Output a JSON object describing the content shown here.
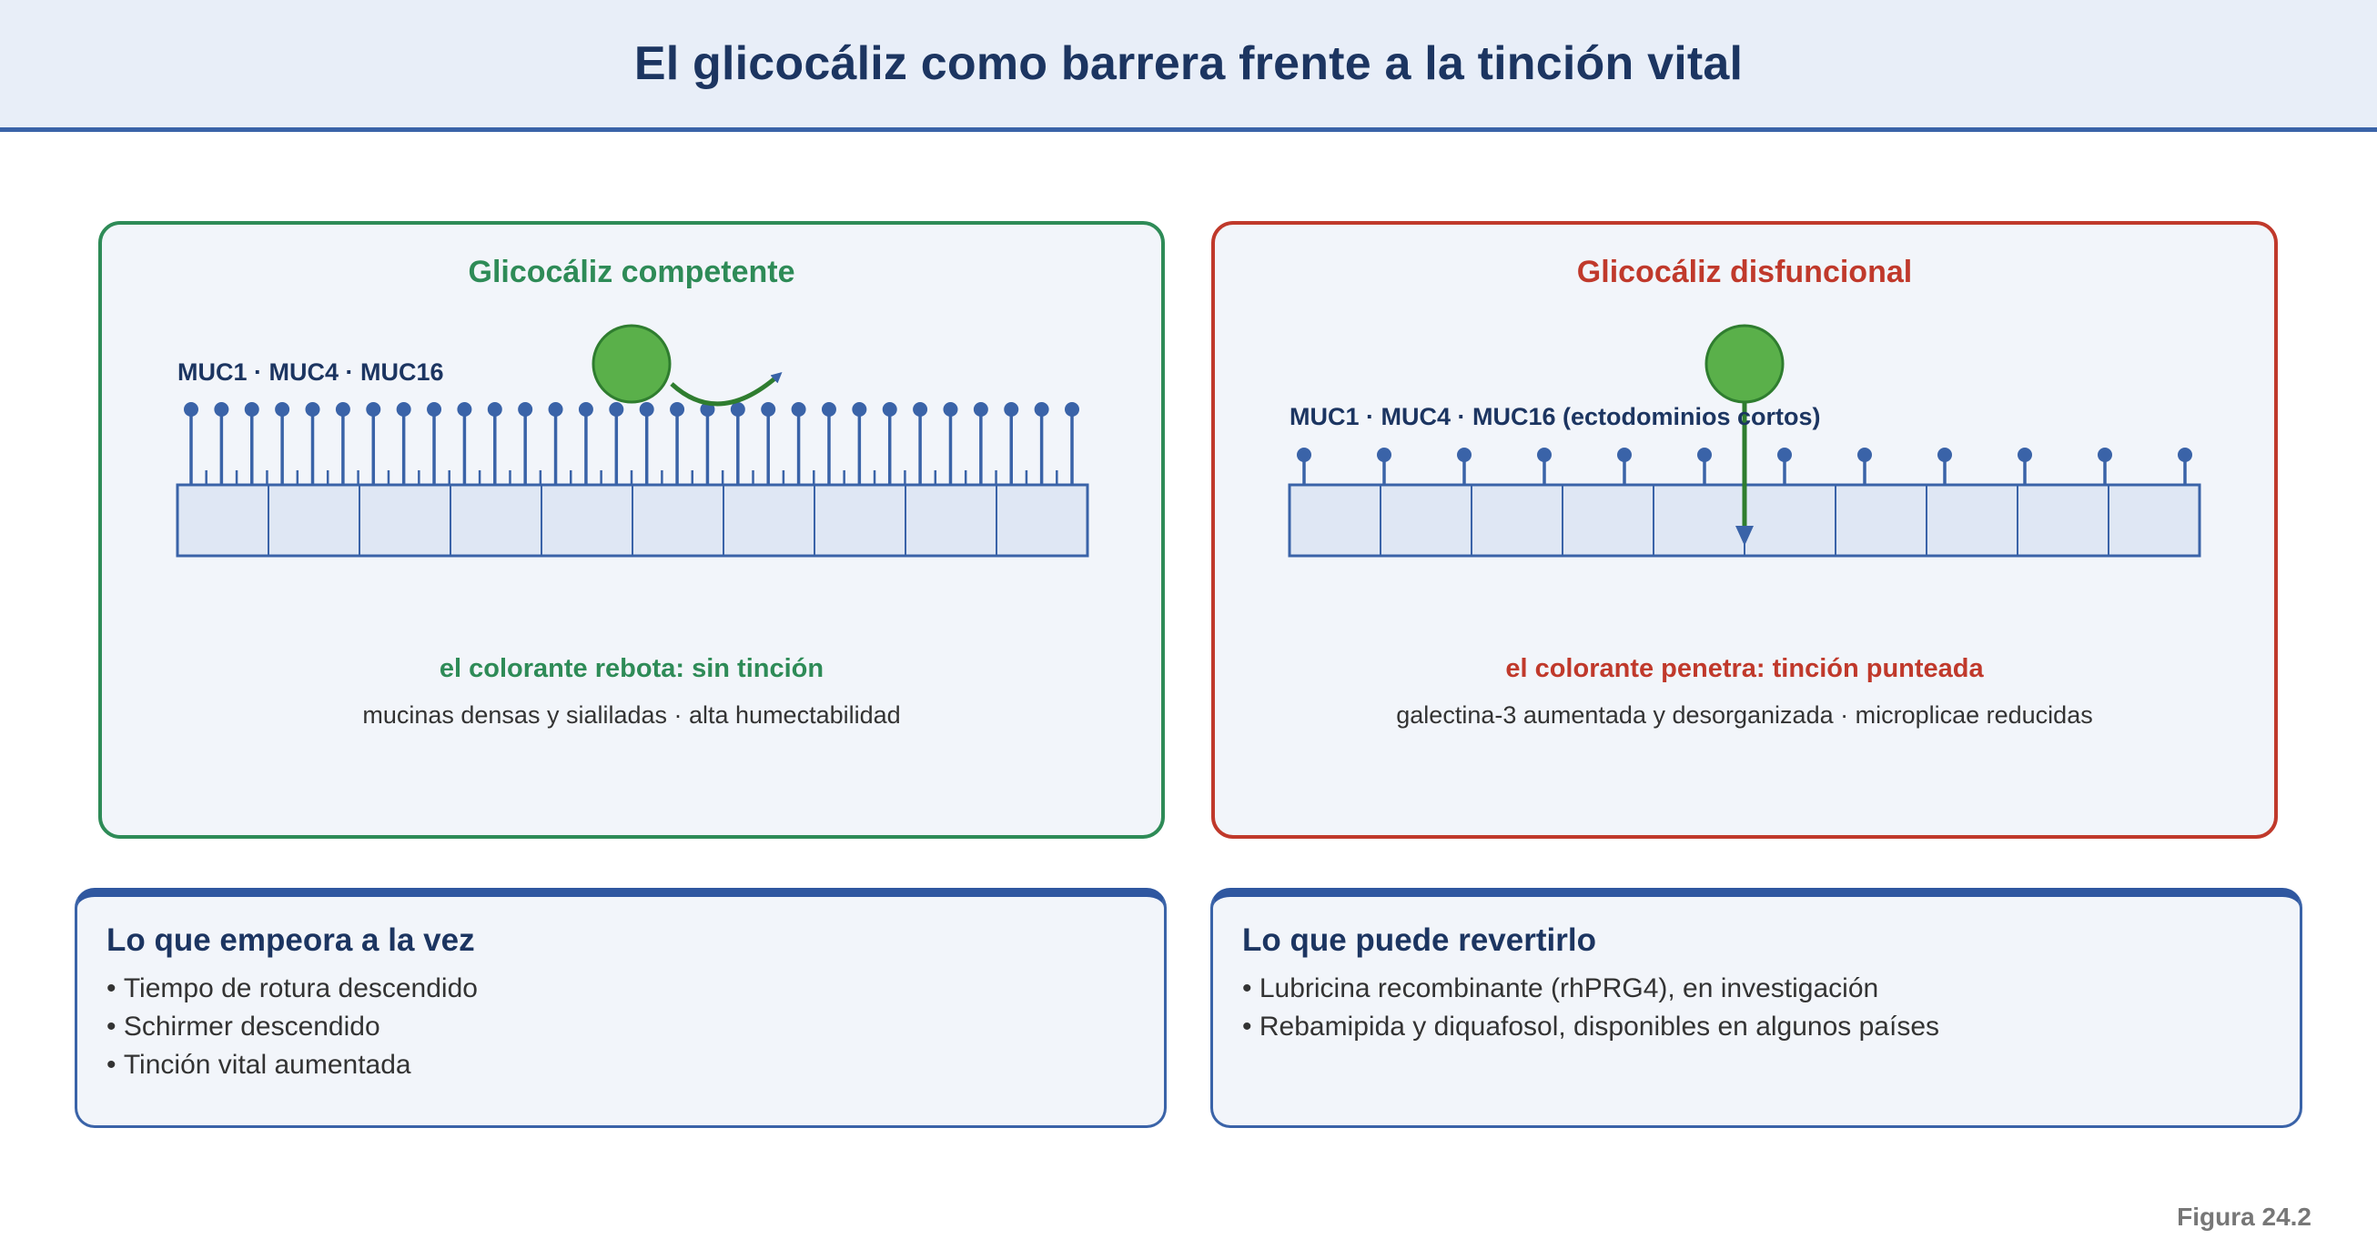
{
  "title": "El glicocáliz como barrera frente a la tinción vital",
  "panels": {
    "left": {
      "title": "Glicocáliz competente",
      "mucin_label": "MUC1 · MUC4 · MUC16",
      "result": "el colorante rebota: sin tinción",
      "detail": "mucinas densas y sialiladas · alta humectabilidad",
      "mucin_count": 30,
      "cell_count": 10,
      "dye_outcome": "rebota"
    },
    "right": {
      "title": "Glicocáliz disfuncional",
      "mucin_label": "MUC1 · MUC4 · MUC16 (ectodominios cortos)",
      "result": "el colorante penetra: tinción punteada",
      "detail": "galectina-3 aumentada y desorganizada · microplicae reducidas",
      "mucin_count": 12,
      "cell_count": 10,
      "dye_outcome": "penetra"
    }
  },
  "notes": {
    "worsens": {
      "title": "Lo que empeora a la vez",
      "items": [
        "Tiempo de rotura descendido",
        "Schirmer descendido",
        "Tinción vital aumentada"
      ]
    },
    "reverses": {
      "title": "Lo que puede revertirlo",
      "items": [
        "Lubricina recombinante (rhPRG4), en investigación",
        "Rebamipida y diquafosol, disponibles en algunos países"
      ]
    }
  },
  "figure_label": "Figura 24.2",
  "colors": {
    "competent": "#2e8b57",
    "dysfunctional": "#c0392b",
    "navy": "#1c3561",
    "blue": "#3a63a8",
    "cell_fill": "#dfe7f4",
    "panel_fill": "#f2f5fa",
    "dye": "#5ab04a",
    "dye_stroke": "#2f7d2f"
  }
}
